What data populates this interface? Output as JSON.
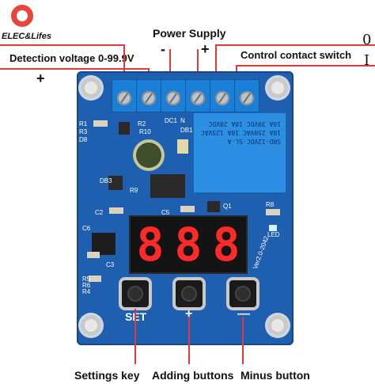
{
  "brand": {
    "name": "ELEC&Lifes"
  },
  "labels": {
    "power_supply": "Power Supply",
    "minus_sign": "-",
    "plus_sign": "+",
    "detection_voltage": "Detection voltage 0-99.9V",
    "detection_plus": "+",
    "control_contact": "Control contact switch",
    "contact_zero": "0",
    "contact_one": "I",
    "settings_key": "Settings key",
    "adding_buttons": "Adding buttons",
    "minus_button": "Minus button"
  },
  "board": {
    "display_digits": [
      "8",
      "8",
      "8"
    ],
    "relay_lines": [
      "SRD-12VDC-SL-A",
      "10A 250VAC 10A 125VAC",
      "10A 30VDC 10A 28VDC"
    ],
    "button_labels": [
      "SET",
      "+",
      "—"
    ],
    "silkscreen": {
      "r1": "R1",
      "r3": "R3",
      "d8": "D8",
      "r2": "R2",
      "r10": "R10",
      "db1": "DB1",
      "dc1": "DC1",
      "db3": "DB3",
      "r9": "R9",
      "c2": "C2",
      "c5": "C5",
      "q1": "Q1",
      "r8": "R8",
      "led": "LED",
      "c6": "C6",
      "c3": "C3",
      "r5": "R5",
      "r6": "R6",
      "r4": "R4",
      "version": "Ver2.0-2042",
      "n": "N"
    }
  },
  "colors": {
    "board": "#1f5fb0",
    "annotation_line": "#e23a3a",
    "digits": "#ff2b2b",
    "terminal": "#1c7fd6"
  }
}
